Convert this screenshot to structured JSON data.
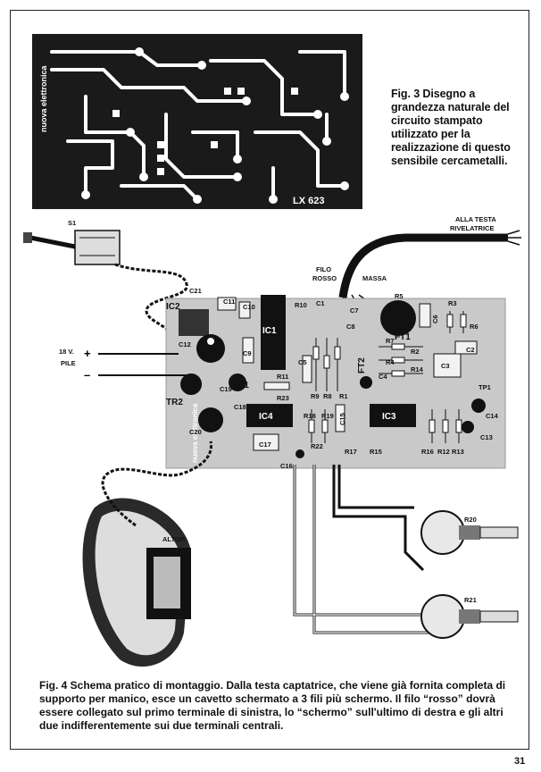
{
  "fig3": {
    "caption": "Fig. 3 Disegno a grandezza naturale del circuito stampato utilizzato per la realizzazione di questo sensibile cercametalli.",
    "pcb_vertical_text": "nuova elettronica",
    "pcb_code": "LX 623"
  },
  "fig4": {
    "caption": "Fig. 4 Schema pratico di montaggio. Dalla testa captatrice, che viene già fornita completa di supporto per manico, esce un cavetto schermato a 3 fili più schermo. Il filo “rosso” dovrà essere collegato sul primo terminale di sinistra, lo “schermo” sull'ultimo di destra e gli altri due indifferentemente sui due terminali centrali.",
    "labels": {
      "s1": "S1",
      "alla_testa": "ALLA TESTA",
      "rivelatrice": "RIVELATRICE",
      "filo": "FILO",
      "rosso": "ROSSO",
      "massa": "MASSA",
      "v18": "18 V.",
      "pile": "PILE",
      "plus": "+",
      "minus": "–",
      "altop": "ALTOP.",
      "r20": "R20",
      "r21": "R21",
      "tp1": "TP1",
      "board_text": "nuova elettronica"
    },
    "components": {
      "ic1": "IC1",
      "ic2": "IC2",
      "ic3": "IC3",
      "ic4": "IC4",
      "tr1": "TR1",
      "tr2": "TR2",
      "ft1": "FT1",
      "ft2": "FT2",
      "c1": "C1",
      "c2": "C2",
      "c3": "C3",
      "c4": "C4",
      "c5": "C5",
      "c6": "C6",
      "c7": "C7",
      "c8": "C8",
      "c9": "C9",
      "c10": "C10",
      "c11": "C11",
      "c12": "C12",
      "c13": "C13",
      "c14": "C14",
      "c15": "C15",
      "c16": "C16",
      "c17": "C17",
      "c18": "C18",
      "c19": "C19",
      "c20": "C20",
      "c21": "C21",
      "r1": "R1",
      "r2": "R2",
      "r3": "R3",
      "r4": "R4",
      "r5": "R5",
      "r6": "R6",
      "r7": "R7",
      "r8": "R8",
      "r9": "R9",
      "r10": "R10",
      "r11": "R11",
      "r12": "R12",
      "r13": "R13",
      "r14": "R14",
      "r15": "R15",
      "r16": "R16",
      "r17": "R17",
      "r18": "R18",
      "r19": "R19",
      "r22": "R22",
      "r23": "R23"
    }
  },
  "page_number": "31"
}
